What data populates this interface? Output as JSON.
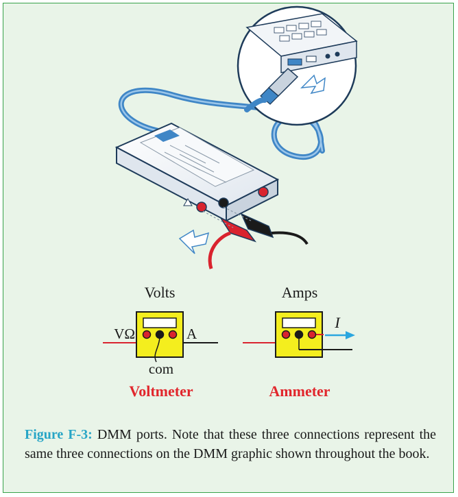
{
  "figure": {
    "label": "Figure F-3:",
    "caption": "DMM ports. Note that these three connections represent the same three connections on the DMM graphic shown throughout the book."
  },
  "voltmeter": {
    "heading": "Volts",
    "left_port_label": "VΩ",
    "right_port_label": "A",
    "common_label": "com",
    "name": "Voltmeter"
  },
  "ammeter": {
    "heading": "Amps",
    "current_label": "I",
    "name": "Ammeter"
  },
  "colors": {
    "frame_border": "#37a24a",
    "frame_bg": "#e9f4e8",
    "figure_label": "#27a5c6",
    "meter_body": "#f4ee1e",
    "port_red": "#d9232e",
    "name_red": "#e1262c",
    "cable_blue": "#3f86c6",
    "arrow_blue": "#2aa6df"
  }
}
